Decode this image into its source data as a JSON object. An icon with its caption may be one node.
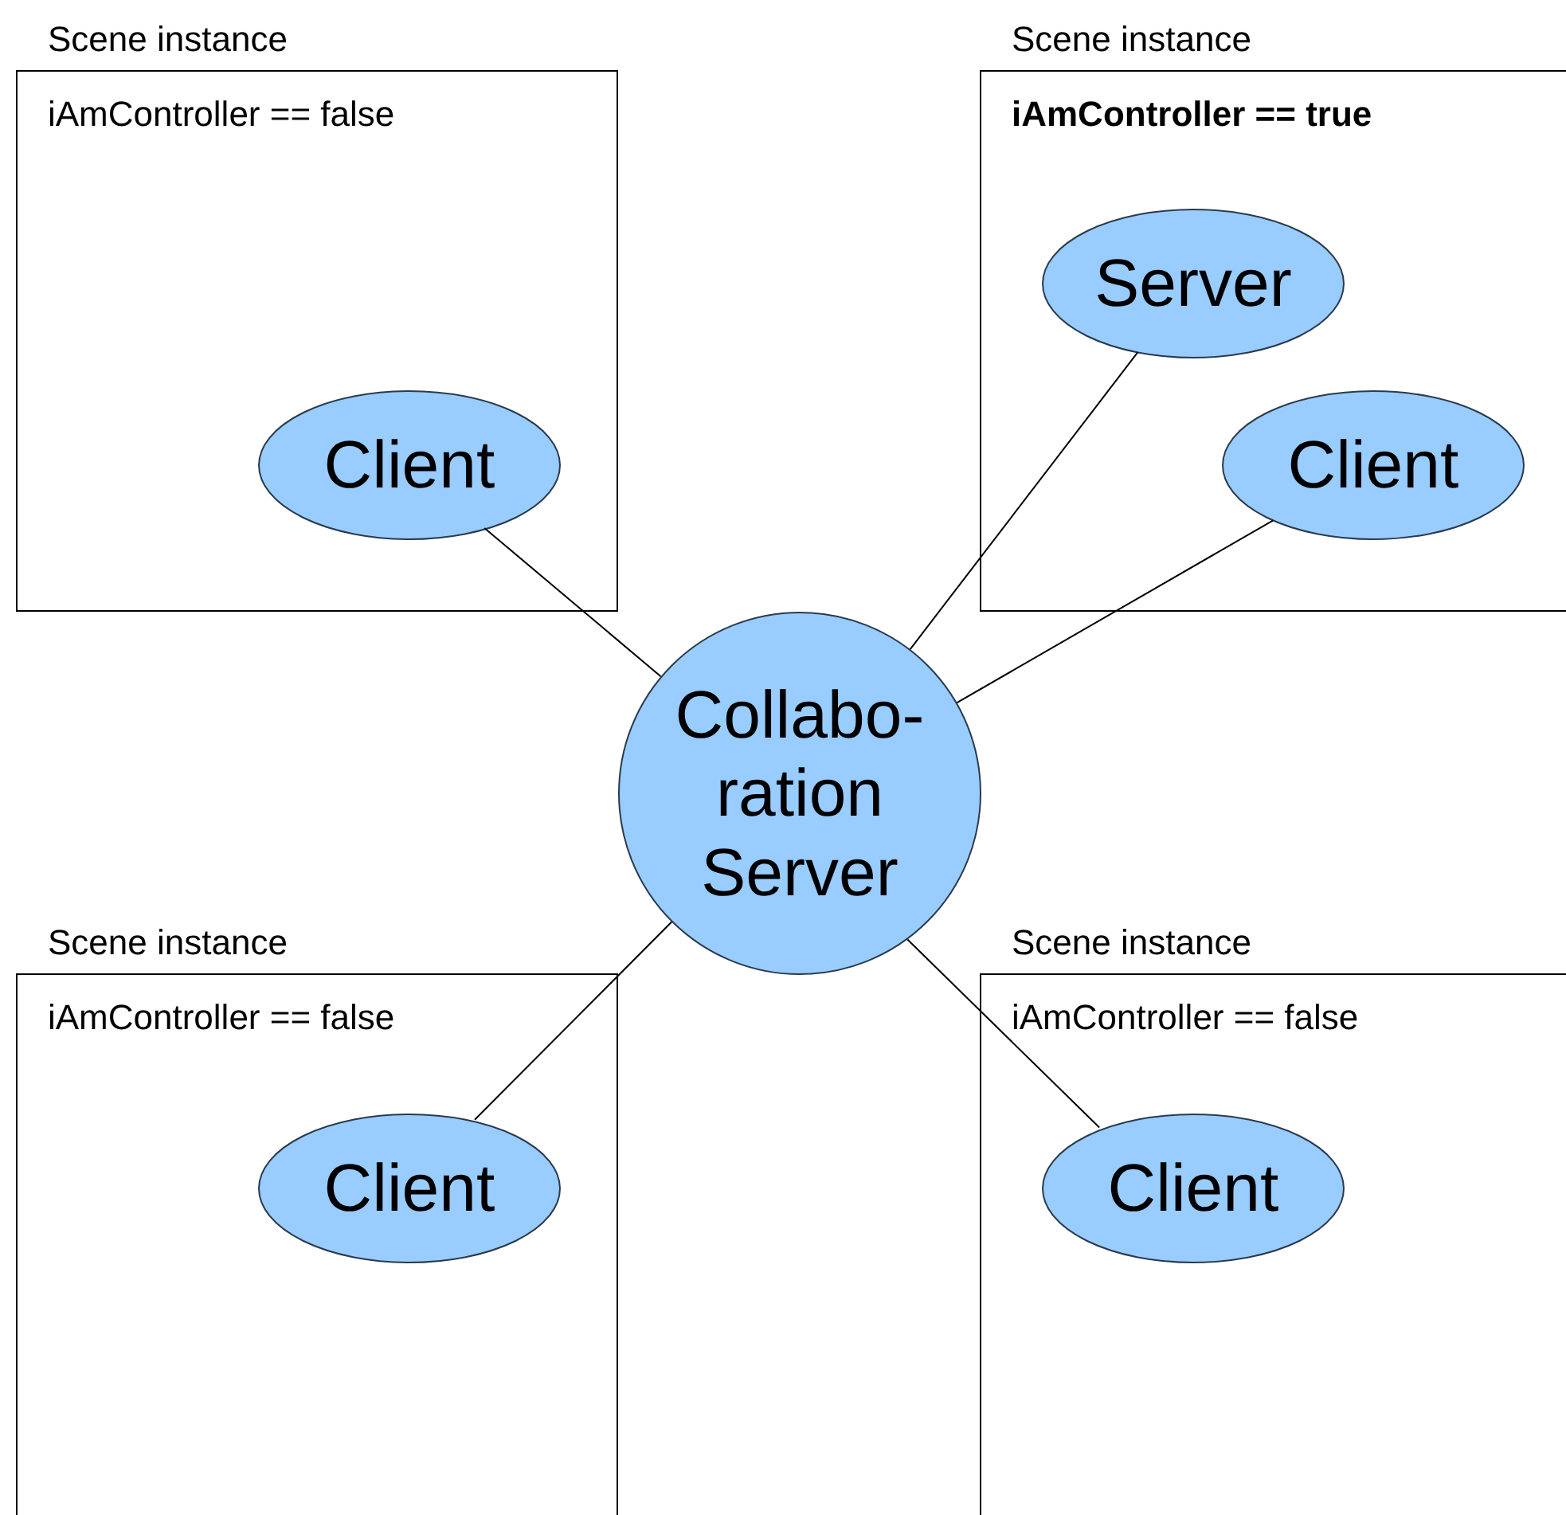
{
  "diagram": {
    "nodes": [
      {
        "text": [
          "Scene instance",
          "iAmController == false"
        ]
      },
      {
        "text": [
          "Client"
        ],
        "in": 0
      },
      {
        "text": [
          "Scene instance",
          "**iAmController == true**"
        ]
      },
      {
        "text": [
          "Server"
        ],
        "in": 2
      },
      {
        "text": [
          "Client"
        ],
        "in": 2
      },
      {
        "text": [
          "Collabo- ration Server"
        ]
      },
      {
        "text": [
          "Scene instance",
          "iAmController == false"
        ]
      },
      {
        "text": [
          "Client"
        ],
        "in": 6
      },
      {
        "text": [
          "Scene instance",
          "iAmController == false"
        ]
      },
      {
        "text": [
          "Client"
        ],
        "in": 8
      }
    ],
    "edges": [
      {
        "from": 1,
        "to": 5,
        "arrow": "none"
      },
      {
        "from": 3,
        "to": 5,
        "arrow": "none"
      },
      {
        "from": 4,
        "to": 5,
        "arrow": "none"
      },
      {
        "from": 7,
        "to": 5,
        "arrow": "none"
      },
      {
        "from": 9,
        "to": 5,
        "arrow": "none"
      }
    ]
  }
}
